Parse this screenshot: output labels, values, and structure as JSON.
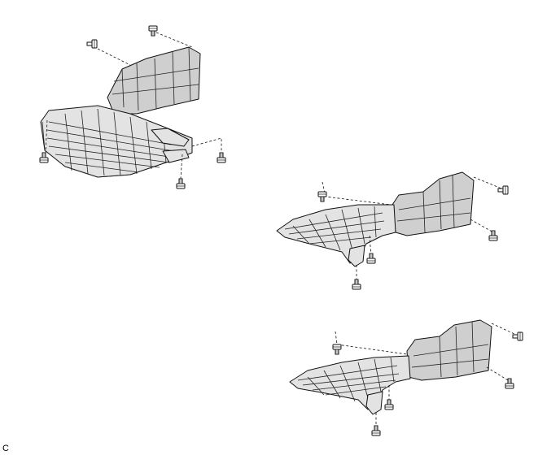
{
  "figure": {
    "corner_label": "C"
  },
  "views": [
    {
      "name": "upper-left-view",
      "part": "engine-under-cover",
      "fasteners": 5
    },
    {
      "name": "middle-right-view",
      "part": "engine-under-cover",
      "fasteners": 5
    },
    {
      "name": "lower-right-view",
      "part": "engine-under-cover",
      "fasteners": 5
    }
  ],
  "colors": {
    "line": "#111111",
    "part_fill": "#e3e3e3",
    "part_shade": "#cfcfcf",
    "background": "#ffffff"
  }
}
